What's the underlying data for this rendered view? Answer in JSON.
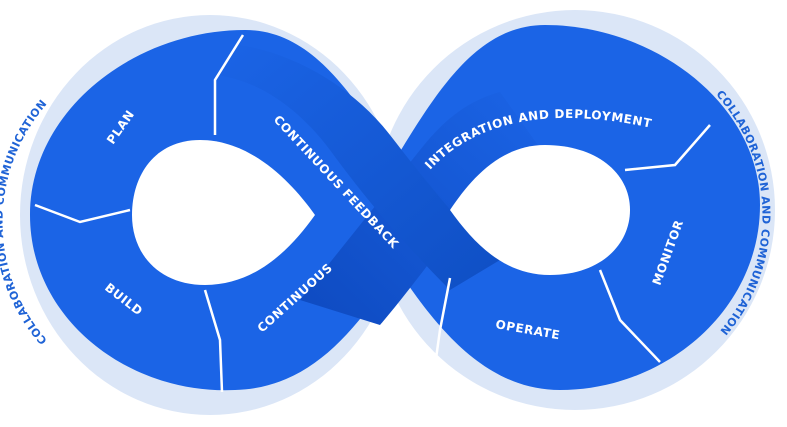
{
  "diagram": {
    "outer_left": "COLLABORATION AND COMMUNICATION",
    "outer_right": "COLLABORATION AND COMMUNICATION",
    "segments": {
      "plan": "PLAN",
      "build": "BUILD",
      "continuous": "CONTINUOUS",
      "continuous_feedback": "CONTINUOUS FEEDBACK",
      "integration": "INTEGRATION AND DEPLOYMENT",
      "monitor": "MONITOR",
      "operate": "OPERATE"
    },
    "colors": {
      "halo": "#dbe6f7",
      "segment_blue": "#1b64e6",
      "dark_blue": "#0f4fc4",
      "divider": "#ffffff",
      "outer_text": "#1f63d6"
    }
  }
}
